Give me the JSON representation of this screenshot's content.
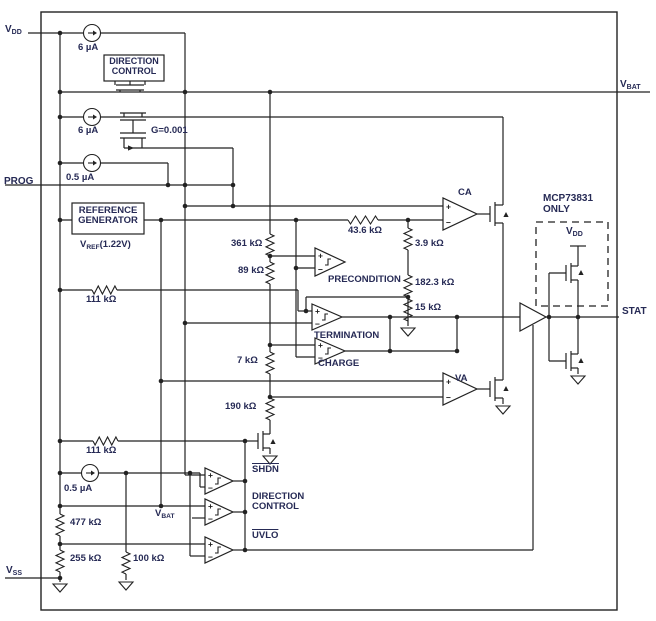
{
  "diagram": "MCP73831 functional block diagram",
  "colors": {
    "line": "#222222",
    "text": "#262a55",
    "background": "#ffffff"
  },
  "labels": {
    "vdd_pin": {
      "main": "V",
      "sub": "DD"
    },
    "prog_pin": "PROG",
    "vss_pin": {
      "main": "V",
      "sub": "SS"
    },
    "vbat_pin": {
      "main": "V",
      "sub": "BAT"
    },
    "stat_pin": "STAT",
    "i_6ua_1": "6 µA",
    "i_6ua_2": "6 µA",
    "i_05ua_1": "0.5 µA",
    "i_05ua_2": "0.5 µA",
    "gain": "G=0.001",
    "direction_control_block": {
      "line1": "DIRECTION",
      "line2": "CONTROL"
    },
    "reference_generator_block": {
      "line1": "REFERENCE",
      "line2": "GENERATOR"
    },
    "vref": {
      "main": "V",
      "sub": "REF",
      "rest": "(1.22V)"
    },
    "r361k": "361 kΩ",
    "r89k": "89 kΩ",
    "r43_6k": "43.6 kΩ",
    "r3_9k": "3.9 kΩ",
    "r182_3k": "182.3 kΩ",
    "r15k": "15 kΩ",
    "r7k": "7 kΩ",
    "r190k": "190 kΩ",
    "r111k_top": "111 kΩ",
    "r111k_bottom": "111 kΩ",
    "r477k": "477 kΩ",
    "r255k": "255 kΩ",
    "r100k": "100 kΩ",
    "precondition": "PRECONDITION",
    "termination": "TERMINATION",
    "charge": "CHARGE",
    "ca": "CA",
    "va": "VA",
    "shdn": "SHDN",
    "direction_control_comp": {
      "line1": "DIRECTION",
      "line2": "CONTROL"
    },
    "uvlo": "UVLO",
    "vbat_comp": {
      "main": "V",
      "sub": "BAT"
    },
    "mcp_only": {
      "line1": "MCP73831",
      "line2": "ONLY"
    },
    "vdd_internal": {
      "main": "V",
      "sub": "DD"
    }
  }
}
